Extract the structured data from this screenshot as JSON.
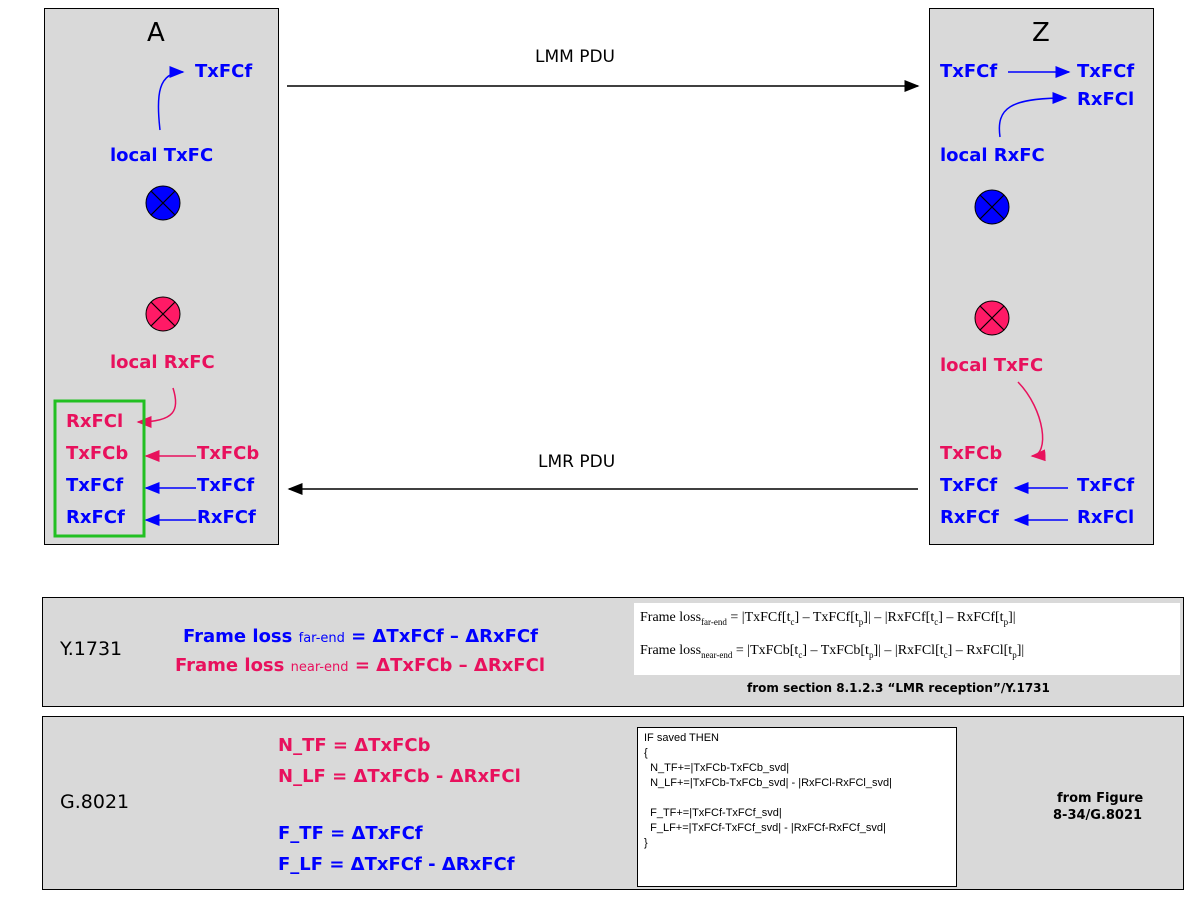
{
  "colors": {
    "blue": "#0000ff",
    "red": "#e8115d",
    "panel": "#d9d9d9",
    "green_box": "#22c022"
  },
  "node_a": {
    "title": "A",
    "top_label": "TxFCf",
    "local_tx": "local TxFC",
    "local_rx": "local RxFC",
    "box_items": [
      "RxFCl",
      "TxFCb",
      "TxFCf",
      "RxFCf"
    ],
    "incoming": [
      "TxFCb",
      "TxFCf",
      "RxFCf"
    ]
  },
  "node_z": {
    "title": "Z",
    "top_left": "TxFCf",
    "top_right": "TxFCf",
    "top_right2": "RxFCl",
    "local_rx": "local RxFC",
    "local_tx": "local TxFC",
    "bottom_left": [
      "TxFCb",
      "TxFCf",
      "RxFCf"
    ],
    "bottom_right": [
      "TxFCf",
      "RxFCl"
    ]
  },
  "messages": {
    "lmm": "LMM PDU",
    "lmr": "LMR PDU"
  },
  "y1731": {
    "name": "Y.1731",
    "far_end": "Frame loss far-end = ΔTxFCf – ΔRxFCf",
    "far_end_main": "Frame loss ",
    "far_end_sub": "far-end",
    "far_end_rest": " = ΔTxFCf – ΔRxFCf",
    "near_end_main": "Frame loss ",
    "near_end_sub": "near-end",
    "near_end_rest": " = ΔTxFCb – ΔRxFCl",
    "formula1_pre": "Frame loss",
    "formula1_sub": "far-end",
    "formula1_rest": " = |TxFCf[t",
    "formula2_pre": "Frame loss",
    "formula2_sub": "near-end",
    "source": "from section 8.1.2.3 “LMR reception”/Y.1731"
  },
  "g8021": {
    "name": "G.8021",
    "n_tf": "N_TF = ΔTxFCb",
    "n_lf": "N_LF = ΔTxFCb - ΔRxFCl",
    "f_tf": "F_TF = ΔTxFCf",
    "f_lf": "F_LF = ΔTxFCf - ΔRxFCf",
    "code": [
      "IF saved THEN",
      "{",
      "  N_TF+=|TxFCb-TxFCb_svd|",
      "  N_LF+=|TxFCb-TxFCb_svd| - |RxFCl-RxFCl_svd|",
      "",
      "  F_TF+=|TxFCf-TxFCf_svd|",
      "  F_LF+=|TxFCf-TxFCf_svd| - |RxFCf-RxFCf_svd|",
      "}"
    ],
    "source_line1": "from Figure",
    "source_line2": "8-34/G.8021"
  }
}
